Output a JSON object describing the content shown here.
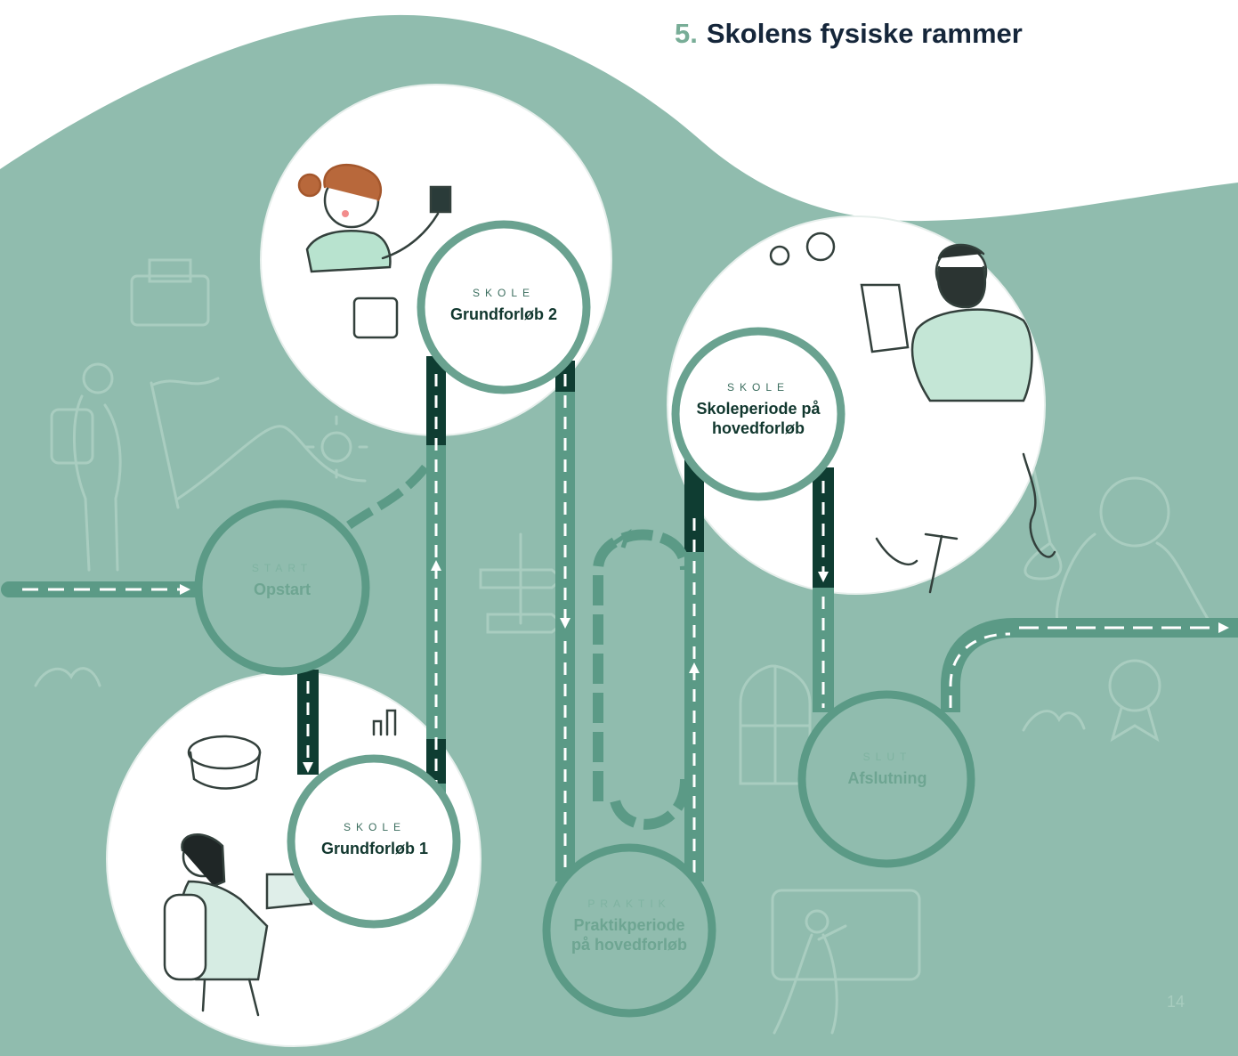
{
  "heading": {
    "number": "5.",
    "title": "Skolens fysiske rammer"
  },
  "nodes": {
    "opstart": {
      "tag": "START",
      "name": "Opstart"
    },
    "grundforlob2": {
      "tag": "SKOLE",
      "name": "Grundforløb 2"
    },
    "grundforlob1": {
      "tag": "SKOLE",
      "name": "Grundforløb 1"
    },
    "skoleperiode": {
      "tag": "SKOLE",
      "name": "Skoleperiode på hovedforløb"
    },
    "praktik": {
      "tag": "PRAKTIK",
      "name": "Praktikperiode på hovedforløb"
    },
    "afslutning": {
      "tag": "SLUT",
      "name": "Afslutning"
    }
  },
  "page_number": "14",
  "colors": {
    "blob": "#90bcae",
    "road": "#5b9a86",
    "road_dark": "#0f3d32",
    "ring": "#6aa290",
    "heading_number": "#78ad97",
    "heading_title": "#15263a"
  }
}
